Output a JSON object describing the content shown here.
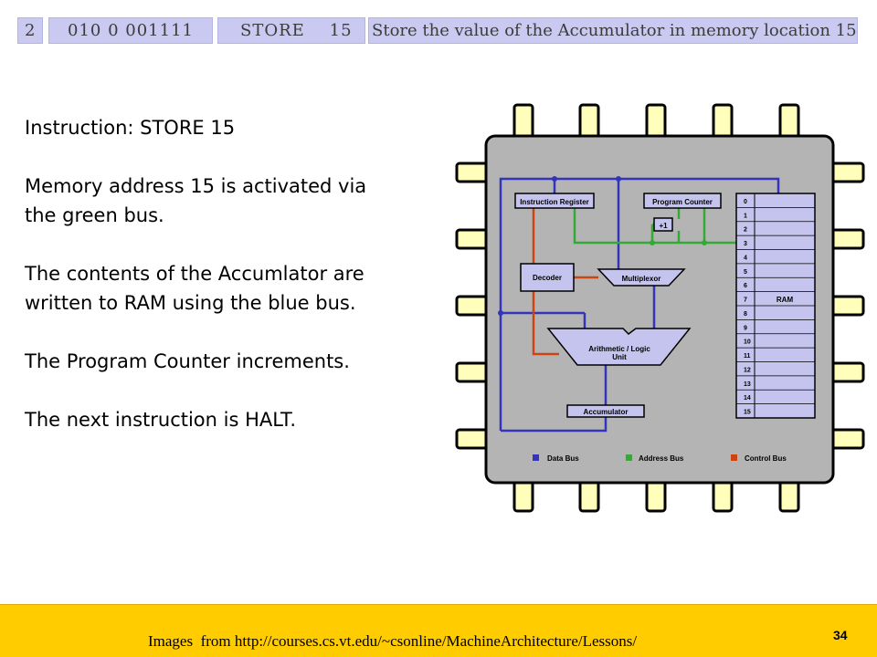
{
  "instruction_row": {
    "address": "2",
    "binary": "010 0 001111",
    "mnemonic": "STORE    15",
    "description": "Store the value of the Accumulator in memory location 15"
  },
  "explanation": {
    "instruction": "Instruction: STORE 15",
    "memory_line1": "Memory address 15 is activated via",
    "memory_line2": "the green bus.",
    "accumulator_line1": "The contents of the Accumlator are",
    "accumulator_line2": "written to RAM using the blue bus.",
    "pc_line": "The Program Counter increments.",
    "next_line": "The next instruction is HALT."
  },
  "diagram": {
    "instruction_register": "Instruction Register",
    "program_counter": "Program Counter",
    "increment": "+1",
    "decoder": "Decoder",
    "multiplexor": "Multiplexor",
    "alu_line1": "Arithmetic / Logic",
    "alu_line2": "Unit",
    "accumulator": "Accumulator",
    "ram_label": "RAM",
    "ram_addresses": [
      "0",
      "1",
      "2",
      "3",
      "4",
      "5",
      "6",
      "7",
      "8",
      "9",
      "10",
      "11",
      "12",
      "13",
      "14",
      "15"
    ],
    "legend": {
      "data_bus": "Data Bus",
      "address_bus": "Address Bus",
      "control_bus": "Control Bus"
    },
    "colors": {
      "data_bus": "#3333bb",
      "address_bus": "#33aa33",
      "control_bus": "#cc4411",
      "chip_body": "#b4b4b4",
      "pin": "#ffffbb",
      "component": "#c4c4ee"
    }
  },
  "footer": {
    "credit": "Images  from http://courses.cs.vt.edu/~csonline/MachineArchitecture/Lessons/",
    "page_number": "34"
  }
}
